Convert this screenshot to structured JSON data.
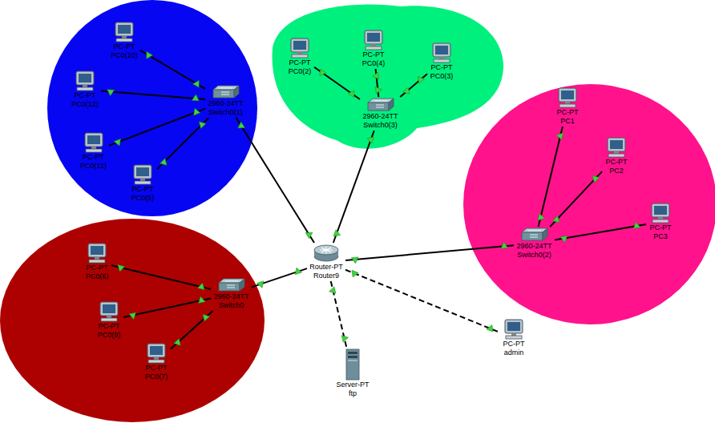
{
  "diagram": {
    "nodes": [
      {
        "text": [
          "PC-PT",
          "PC0(10)"
        ]
      },
      {
        "text": [
          "PC-PT",
          "PC0(12)"
        ]
      },
      {
        "text": [
          "PC-PT",
          "PC0(11)"
        ]
      },
      {
        "text": [
          "PC-PT",
          "PC0(5)"
        ]
      },
      {
        "text": [
          "2960-24TT",
          "Switch0(1)"
        ]
      },
      {
        "text": [
          "PC-PT",
          "PC0(2)"
        ]
      },
      {
        "text": [
          "PC-PT",
          "PC0(4)"
        ]
      },
      {
        "text": [
          "PC-PT",
          "PC0(3)"
        ]
      },
      {
        "text": [
          "2960-24TT",
          "Switch0(3)"
        ]
      },
      {
        "text": [
          "PC-PT",
          "PC1"
        ]
      },
      {
        "text": [
          "PC-PT",
          "PC2"
        ]
      },
      {
        "text": [
          "PC-PT",
          "PC3"
        ]
      },
      {
        "text": [
          "2960-24TT",
          "Switch0(2)"
        ]
      },
      {
        "text": [
          "PC-PT",
          "PC0(6)"
        ]
      },
      {
        "text": [
          "PC-PT",
          "PC0(9)"
        ]
      },
      {
        "text": [
          "PC-PT",
          "PC0(7)"
        ]
      },
      {
        "text": [
          "2960-24TT",
          "Switch0"
        ]
      },
      {
        "text": [
          "Router-PT",
          "Router9"
        ]
      },
      {
        "text": [
          "Server-PT",
          "ftp"
        ]
      },
      {
        "text": [
          "PC-PT",
          "admin"
        ]
      }
    ],
    "edges": [
      {
        "from": 4,
        "to": 0,
        "arrow": "none"
      },
      {
        "from": 4,
        "to": 1,
        "arrow": "none"
      },
      {
        "from": 4,
        "to": 2,
        "arrow": "none"
      },
      {
        "from": 4,
        "to": 3,
        "arrow": "none"
      },
      {
        "from": 8,
        "to": 5,
        "arrow": "none"
      },
      {
        "from": 8,
        "to": 6,
        "arrow": "none"
      },
      {
        "from": 8,
        "to": 7,
        "arrow": "none"
      },
      {
        "from": 12,
        "to": 9,
        "arrow": "none"
      },
      {
        "from": 12,
        "to": 10,
        "arrow": "none"
      },
      {
        "from": 12,
        "to": 11,
        "arrow": "none"
      },
      {
        "from": 16,
        "to": 13,
        "arrow": "none"
      },
      {
        "from": 16,
        "to": 14,
        "arrow": "none"
      },
      {
        "from": 16,
        "to": 15,
        "arrow": "none"
      },
      {
        "from": 4,
        "to": 17,
        "arrow": "none"
      },
      {
        "from": 8,
        "to": 17,
        "arrow": "none"
      },
      {
        "from": 12,
        "to": 17,
        "arrow": "none"
      },
      {
        "from": 16,
        "to": 17,
        "arrow": "none"
      },
      {
        "from": 17,
        "to": 18,
        "arrow": "none"
      },
      {
        "from": 17,
        "to": 19,
        "arrow": "none"
      }
    ]
  }
}
